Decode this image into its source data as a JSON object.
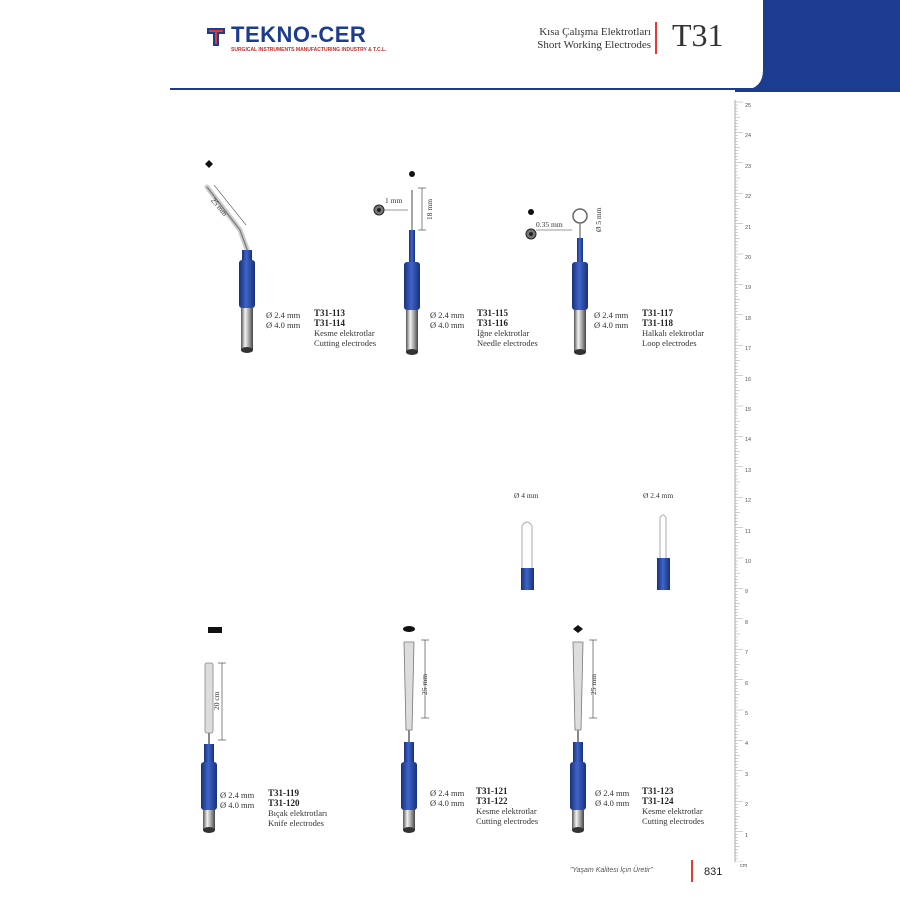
{
  "header": {
    "brand": "TEKNO-CER",
    "brand_sub": "SURGICAL INSTRUMENTS MANUFACTURING INDUSTRY & T.C.L.",
    "title_tr": "Kısa Çalışma Elektrotları",
    "title_en": "Short Working Electrodes",
    "section_code": "T31"
  },
  "ruler": {
    "labels": [
      "25",
      "24",
      "23",
      "22",
      "21",
      "20",
      "19",
      "18",
      "17",
      "16",
      "15",
      "14",
      "13",
      "12",
      "11",
      "10",
      "9",
      "8",
      "7",
      "6",
      "5",
      "4",
      "3",
      "2",
      "1",
      "cm"
    ]
  },
  "products": [
    {
      "dim1": "Ø 2.4 mm",
      "dim2": "Ø 4.0 mm",
      "code1": "T31-113",
      "code2": "T31-114",
      "desc_tr": "Kesme elektrotlar",
      "desc_en": "Cutting electrodes",
      "length_label": "25 mm"
    },
    {
      "dim1": "Ø 2.4 mm",
      "dim2": "Ø 4.0 mm",
      "code1": "T31-115",
      "code2": "T31-116",
      "desc_tr": "İğne elektrotlar",
      "desc_en": "Needle electrodes",
      "length_label": "18 mm",
      "tip_label": "1 mm"
    },
    {
      "dim1": "Ø 2.4 mm",
      "dim2": "Ø 4.0 mm",
      "code1": "T31-117",
      "code2": "T31-118",
      "desc_tr": "Halkalı elektrotlar",
      "desc_en": "Loop electrodes",
      "length_label": "Ø 5 mm",
      "tip_label": "0.35 mm"
    },
    {
      "dim1": "Ø 2.4 mm",
      "dim2": "Ø 4.0 mm",
      "code1": "T31-119",
      "code2": "T31-120",
      "desc_tr": "Bıçak elektrotları",
      "desc_en": "Knife electrodes",
      "length_label": "20 cm"
    },
    {
      "dim1": "Ø 2.4 mm",
      "dim2": "Ø 4.0 mm",
      "code1": "T31-121",
      "code2": "T31-122",
      "desc_tr": "Kesme elektrotlar",
      "desc_en": "Cutting electrodes",
      "length_label": "25 mm"
    },
    {
      "dim1": "Ø 2.4 mm",
      "dim2": "Ø 4.0 mm",
      "code1": "T31-123",
      "code2": "T31-124",
      "desc_tr": "Kesme elektrotlar",
      "desc_en": "Cutting electrodes",
      "length_label": "25 mm"
    }
  ],
  "adapters": [
    {
      "label": "Ø 4 mm"
    },
    {
      "label": "Ø 2.4 mm"
    }
  ],
  "footer": {
    "slogan": "\"Yaşam Kalitesi İçin Üretir\"",
    "page_number": "831"
  },
  "colors": {
    "brand_blue": "#1c3d8f",
    "handle_blue": "#2446a8",
    "accent_red": "#e53935"
  },
  "icons": {
    "logo": "tekno-cer-logo-icon",
    "tip_profiles": [
      "diamond-profile-icon",
      "dot-profile-icon",
      "dot-profile-icon",
      "rectangle-profile-icon",
      "oval-profile-icon",
      "diamond-profile-icon"
    ]
  }
}
